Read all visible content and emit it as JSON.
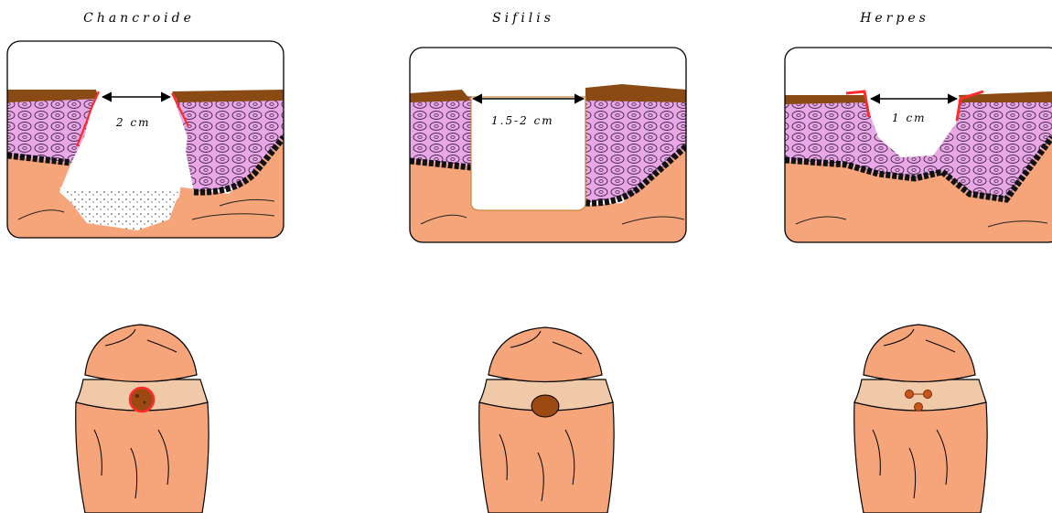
{
  "panels": [
    {
      "title": "Chancroide",
      "measurement": "2 cm"
    },
    {
      "title": "Sifilis",
      "measurement": "1.5-2 cm"
    },
    {
      "title": "Herpes",
      "measurement": "1 cm"
    }
  ],
  "colors": {
    "skin": "#f6a57a",
    "skin_dark": "#e8956b",
    "epidermis_cells": "#e9a7e8",
    "crust": "#8a4a14",
    "ulcer_edge": "#ff2a2a",
    "basal_layer": "#111111",
    "lesion_brown": "#9c4a12"
  },
  "icons": [
    "chancroid-cross-section",
    "syphilis-cross-section",
    "herpes-cross-section",
    "chancroid-lesion",
    "syphilis-chancre",
    "herpes-vesicles"
  ]
}
